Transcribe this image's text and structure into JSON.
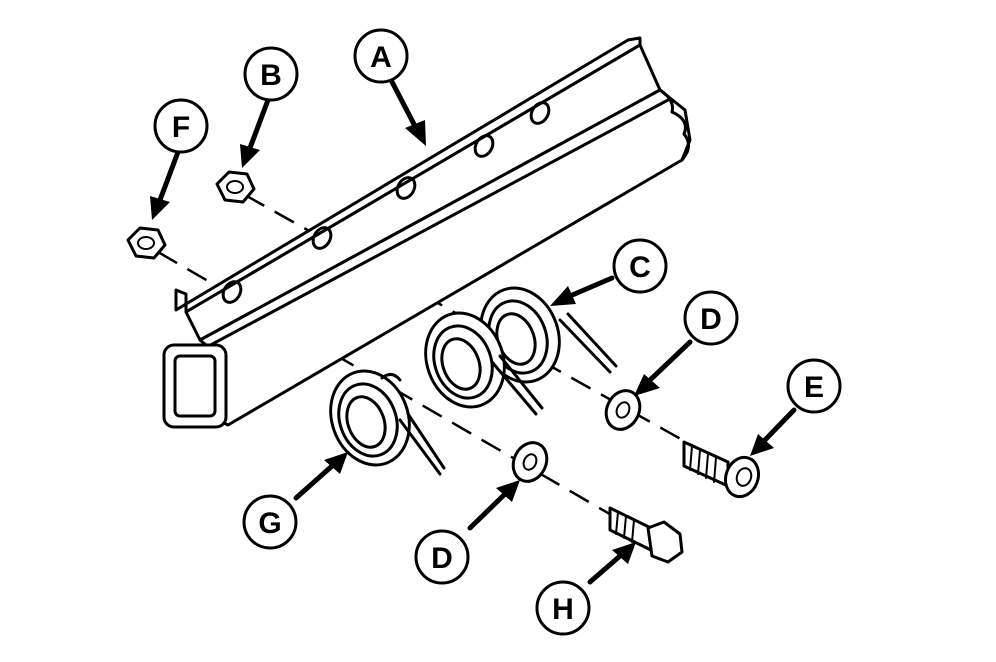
{
  "labels": {
    "a": "A",
    "b": "B",
    "c": "C",
    "d_upper": "D",
    "d_lower": "D",
    "e": "E",
    "f": "F",
    "g": "G",
    "h": "H"
  },
  "colors": {
    "ink": "#000000",
    "paper": "#ffffff"
  }
}
